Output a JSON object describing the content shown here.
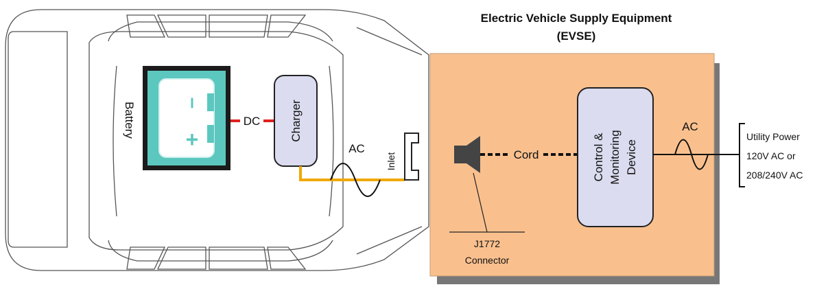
{
  "title_line1": "Electric Vehicle Supply Equipment",
  "title_line2": "(EVSE)",
  "vehicle": {
    "battery_label": "Battery",
    "battery_minus": "–",
    "battery_plus": "+",
    "dc_label": "DC",
    "charger_label": "Charger",
    "ac_label": "AC",
    "inlet_label": "Inlet"
  },
  "evse": {
    "cord_label": "Cord",
    "device_line1": "Control &",
    "device_line2": "Monitoring",
    "device_line3": "Device",
    "ac_label": "AC",
    "connector_line1": "J1772",
    "connector_line2": "Connector"
  },
  "utility": {
    "line1": "Utility Power",
    "line2": "120V AC or",
    "line3": "208/240V AC"
  },
  "colors": {
    "evse_fill": "#f9c08e",
    "battery_fill": "#5cc7bf",
    "device_fill": "#dcdcf0",
    "ac_line": "#f0a800",
    "dc_line": "#e02020"
  }
}
